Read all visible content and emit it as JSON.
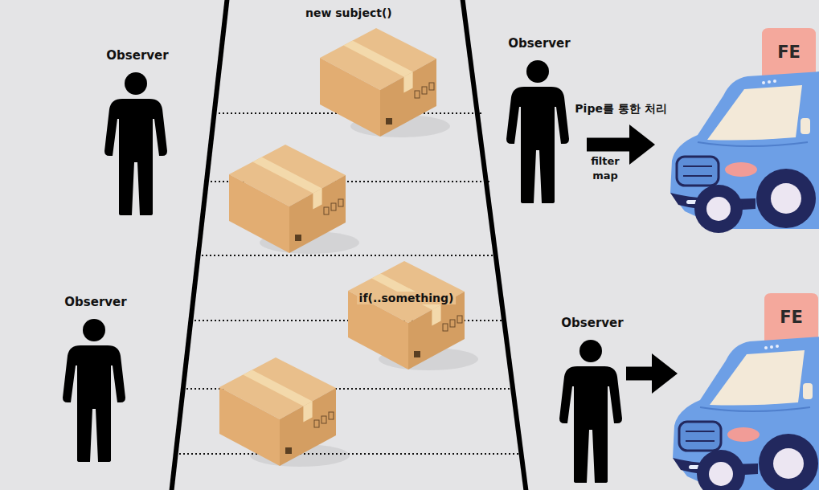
{
  "diagram": {
    "nodes": [
      {
        "text": [
          "new subject()"
        ]
      },
      {
        "text": [
          "Observer"
        ]
      },
      {
        "text": [
          "Observer"
        ]
      },
      {
        "text": [
          "FE"
        ]
      },
      {
        "text": [
          "if(..something)"
        ]
      },
      {
        "text": [
          "Observer"
        ]
      },
      {
        "text": [
          "Observer"
        ]
      },
      {
        "text": [
          "FE"
        ]
      }
    ],
    "edges": [
      {
        "from": 2,
        "to": 3,
        "arrow": "to",
        "label": "Pipe를 통한 처리"
      },
      {
        "from": 6,
        "to": 7,
        "arrow": "to"
      }
    ],
    "labels": [
      "filter map"
    ]
  }
}
